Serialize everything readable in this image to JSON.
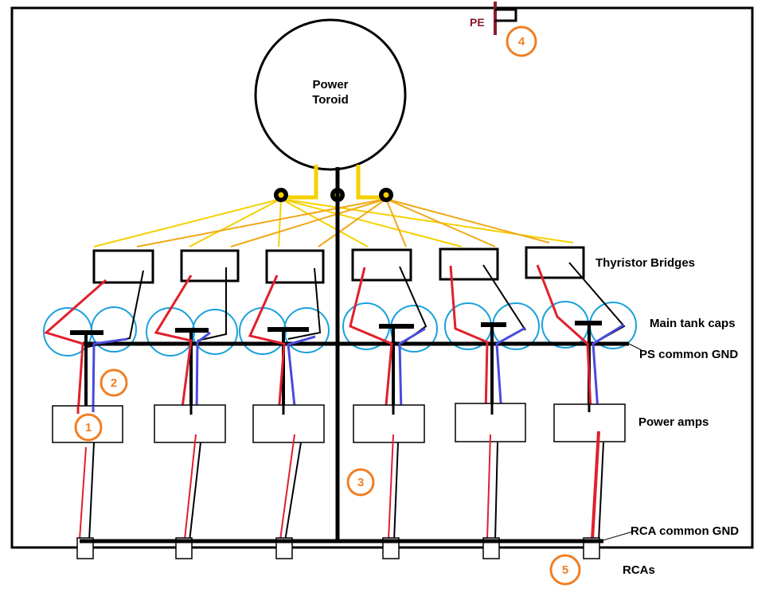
{
  "toroid": {
    "line1": "Power",
    "line2": "Toroid"
  },
  "labels": {
    "pe": "PE",
    "thyristor": "Thyristor Bridges",
    "caps": "Main tank caps",
    "ps_gnd": "PS common GND",
    "amps": "Power amps",
    "rca_gnd": "RCA common GND",
    "rcas": "RCAs"
  },
  "markers": [
    "1",
    "2",
    "3",
    "4",
    "5"
  ],
  "colors": {
    "chassis": "#000000",
    "ac_feed_1": "#f5d000",
    "ac_feed_2": "#f0a818",
    "positive": "#e0202c",
    "negative": "#4a4adc",
    "cap_outline": "#1aa0dc",
    "pe": "#8b1a2b",
    "marker": "#f07f24"
  }
}
